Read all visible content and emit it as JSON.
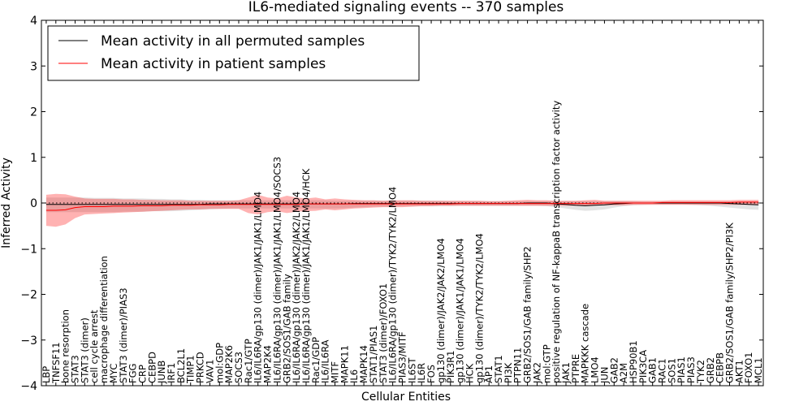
{
  "chart_data": {
    "type": "line",
    "title": "IL6-mediated signaling events -- 370 samples",
    "xlabel": "Cellular Entities",
    "ylabel": "Inferred Activity",
    "ylim": [
      -4,
      4
    ],
    "yticks": [
      -4,
      -3,
      -2,
      -1,
      0,
      1,
      2,
      3,
      4
    ],
    "legend_position": "upper-left",
    "categories": [
      "LBP",
      "TNFSF11",
      "bone resorption",
      "STAT3",
      "STAT3 (dimer)",
      "cell cycle arrest",
      "macrophage differentiation",
      "MYC",
      "STAT3 (dimer)/PIAS3",
      "FGG",
      "CRP",
      "CEBPD",
      "JUNB",
      "IRF1",
      "BCL2L1",
      "TIMP1",
      "PRKCD",
      "VAV1",
      "mol:GDP",
      "MAP2K6",
      "SOCS3",
      "Rac1/GTP",
      "IL6/IL6RA/gp130 (dimer)/JAK1/JAK1/LMO4",
      "MAP2K4",
      "IL6/IL6RA/gp130 (dimer)/JAK1/JAK1/LMO4/SOCS3",
      "GRB2/SOS1/GAB family",
      "IL6/IL6RA/gp130 (dimer)/JAK2/JAK2/LMO4",
      "IL6/IL6RA/gp130 (dimer)/JAK1/JAK1/LMO4/HCK",
      "Rac1/GDP",
      "IL6/IL6RA",
      "MITF",
      "MAPK11",
      "IL6",
      "MAPK14",
      "STAT1/PIAS1",
      "STAT3 (dimer)/FOXO1",
      "IL6/IL6RA/gp130 (dimer)/TYK2/TYK2/LMO4",
      "PIAS3/MITF",
      "IL6ST",
      "IL6R",
      "FOS",
      "gp130 (dimer)/JAK2/JAK2/LMO4",
      "PIK3R1",
      "gp130 (dimer)/JAK1/JAK1/LMO4",
      "HCK",
      "gp130 (dimer)/TYK2/TYK2/LMO4",
      "AP1",
      "STAT1",
      "PI3K",
      "PTPN11",
      "GRB2/SOS1/GAB family/SHP2",
      "JAK2",
      "mol:GTP",
      "positive regulation of NF-kappaB transcription factor activity",
      "JAK1",
      "PTPRE",
      "MAPKKK cascade",
      "LMO4",
      "JUN",
      "GAB2",
      "A2M",
      "HSP90B1",
      "PIK3CA",
      "GAB1",
      "RAC1",
      "SOS1",
      "PIAS1",
      "PIAS3",
      "TYK2",
      "GRB2",
      "CEBPB",
      "GRB2/SOS1/GAB family/SHP2/PI3K",
      "AKT1",
      "FOXO1",
      "MCL1"
    ],
    "series": [
      {
        "name": "Mean activity in all permuted samples",
        "color": "#000000",
        "values": [
          -0.03,
          -0.03,
          -0.03,
          -0.03,
          -0.03,
          -0.03,
          -0.03,
          -0.03,
          -0.03,
          -0.03,
          -0.03,
          -0.03,
          -0.03,
          -0.03,
          -0.03,
          -0.03,
          -0.03,
          -0.02,
          -0.02,
          -0.02,
          -0.02,
          -0.02,
          -0.02,
          -0.02,
          -0.02,
          -0.02,
          -0.02,
          -0.02,
          -0.02,
          -0.02,
          -0.02,
          -0.02,
          -0.01,
          -0.01,
          -0.01,
          -0.01,
          -0.01,
          -0.01,
          -0.01,
          -0.01,
          -0.01,
          -0.01,
          -0.01,
          -0.01,
          -0.01,
          -0.01,
          -0.01,
          -0.01,
          -0.01,
          -0.01,
          0.0,
          0.0,
          0.0,
          -0.02,
          -0.03,
          -0.05,
          -0.06,
          -0.05,
          -0.04,
          -0.02,
          -0.01,
          0.0,
          0.0,
          0.0,
          0.0,
          0.0,
          0.0,
          0.0,
          0.0,
          0.0,
          0.0,
          -0.01,
          -0.02,
          -0.03,
          -0.04
        ],
        "lower": [
          -0.2,
          -0.2,
          -0.2,
          -0.2,
          -0.2,
          -0.2,
          -0.2,
          -0.2,
          -0.19,
          -0.19,
          -0.19,
          -0.18,
          -0.18,
          -0.18,
          -0.17,
          -0.16,
          -0.15,
          -0.14,
          -0.13,
          -0.12,
          -0.12,
          -0.12,
          -0.12,
          -0.12,
          -0.12,
          -0.12,
          -0.12,
          -0.12,
          -0.12,
          -0.12,
          -0.12,
          -0.11,
          -0.1,
          -0.09,
          -0.08,
          -0.08,
          -0.08,
          -0.07,
          -0.07,
          -0.07,
          -0.07,
          -0.07,
          -0.07,
          -0.06,
          -0.06,
          -0.06,
          -0.06,
          -0.06,
          -0.06,
          -0.06,
          -0.06,
          -0.06,
          -0.07,
          -0.09,
          -0.12,
          -0.15,
          -0.17,
          -0.16,
          -0.14,
          -0.1,
          -0.07,
          -0.05,
          -0.04,
          -0.03,
          -0.03,
          -0.03,
          -0.03,
          -0.04,
          -0.05,
          -0.06,
          -0.08,
          -0.1,
          -0.12,
          -0.14,
          -0.15
        ],
        "upper": [
          0.12,
          0.12,
          0.12,
          0.12,
          0.12,
          0.11,
          0.11,
          0.11,
          0.1,
          0.1,
          0.1,
          0.09,
          0.09,
          0.08,
          0.08,
          0.07,
          0.07,
          0.06,
          0.06,
          0.06,
          0.06,
          0.06,
          0.06,
          0.06,
          0.06,
          0.06,
          0.06,
          0.06,
          0.06,
          0.06,
          0.05,
          0.05,
          0.05,
          0.05,
          0.05,
          0.05,
          0.05,
          0.05,
          0.05,
          0.05,
          0.05,
          0.05,
          0.04,
          0.04,
          0.04,
          0.04,
          0.04,
          0.04,
          0.04,
          0.04,
          0.04,
          0.04,
          0.04,
          0.04,
          0.04,
          0.04,
          0.04,
          0.04,
          0.04,
          0.04,
          0.04,
          0.04,
          0.03,
          0.03,
          0.03,
          0.03,
          0.03,
          0.03,
          0.03,
          0.03,
          0.03,
          0.03,
          0.03,
          0.03,
          0.03
        ]
      },
      {
        "name": "Mean activity in patient samples",
        "color": "#ff0000",
        "values": [
          -0.16,
          -0.16,
          -0.15,
          -0.1,
          -0.08,
          -0.08,
          -0.08,
          -0.07,
          -0.07,
          -0.07,
          -0.06,
          -0.06,
          -0.06,
          -0.05,
          -0.05,
          -0.05,
          -0.04,
          -0.04,
          -0.04,
          -0.03,
          -0.03,
          -0.03,
          -0.03,
          -0.03,
          -0.03,
          -0.03,
          -0.03,
          -0.02,
          -0.02,
          -0.02,
          -0.02,
          -0.02,
          -0.02,
          -0.02,
          -0.02,
          -0.02,
          -0.02,
          -0.02,
          -0.02,
          -0.02,
          -0.02,
          -0.02,
          -0.02,
          -0.01,
          -0.01,
          -0.01,
          -0.01,
          -0.01,
          -0.01,
          -0.01,
          -0.01,
          -0.01,
          -0.01,
          -0.01,
          -0.01,
          -0.01,
          -0.01,
          -0.01,
          0.0,
          0.0,
          0.0,
          0.0,
          0.0,
          0.0,
          0.01,
          0.01,
          0.01,
          0.01,
          0.01,
          0.01,
          0.01,
          0.01,
          0.02,
          0.02,
          0.02
        ],
        "lower": [
          -0.5,
          -0.52,
          -0.47,
          -0.33,
          -0.25,
          -0.24,
          -0.23,
          -0.22,
          -0.21,
          -0.2,
          -0.19,
          -0.18,
          -0.17,
          -0.16,
          -0.15,
          -0.14,
          -0.14,
          -0.13,
          -0.13,
          -0.13,
          -0.13,
          -0.22,
          -0.25,
          -0.2,
          -0.18,
          -0.22,
          -0.19,
          -0.18,
          -0.17,
          -0.14,
          -0.16,
          -0.14,
          -0.12,
          -0.11,
          -0.1,
          -0.09,
          -0.09,
          -0.09,
          -0.08,
          -0.07,
          -0.07,
          -0.06,
          -0.06,
          -0.06,
          -0.06,
          -0.06,
          -0.06,
          -0.06,
          -0.06,
          -0.06,
          -0.06,
          -0.06,
          -0.06,
          -0.06,
          -0.06,
          -0.06,
          -0.06,
          -0.05,
          -0.05,
          -0.05,
          -0.05,
          -0.04,
          -0.04,
          -0.04,
          -0.04,
          -0.04,
          -0.04,
          -0.04,
          -0.04,
          -0.04,
          -0.04,
          -0.04,
          -0.04,
          -0.04,
          -0.04
        ],
        "upper": [
          0.18,
          0.2,
          0.19,
          0.14,
          0.1,
          0.09,
          0.09,
          0.09,
          0.08,
          0.08,
          0.07,
          0.07,
          0.06,
          0.06,
          0.06,
          0.05,
          0.05,
          0.05,
          0.05,
          0.05,
          0.06,
          0.12,
          0.18,
          0.12,
          0.1,
          0.16,
          0.12,
          0.1,
          0.12,
          0.08,
          0.1,
          0.08,
          0.07,
          0.06,
          0.06,
          0.05,
          0.06,
          0.06,
          0.06,
          0.05,
          0.05,
          0.05,
          0.05,
          0.05,
          0.05,
          0.05,
          0.04,
          0.04,
          0.05,
          0.06,
          0.07,
          0.06,
          0.06,
          0.05,
          0.05,
          0.05,
          0.06,
          0.07,
          0.05,
          0.05,
          0.05,
          0.05,
          0.05,
          0.05,
          0.05,
          0.06,
          0.06,
          0.06,
          0.06,
          0.06,
          0.06,
          0.06,
          0.07,
          0.07,
          0.07
        ]
      }
    ],
    "reference_line": {
      "y": 0,
      "style": "dotted"
    },
    "band_colors": {
      "permuted": "#cccccc",
      "patient": "#ff0000"
    }
  }
}
